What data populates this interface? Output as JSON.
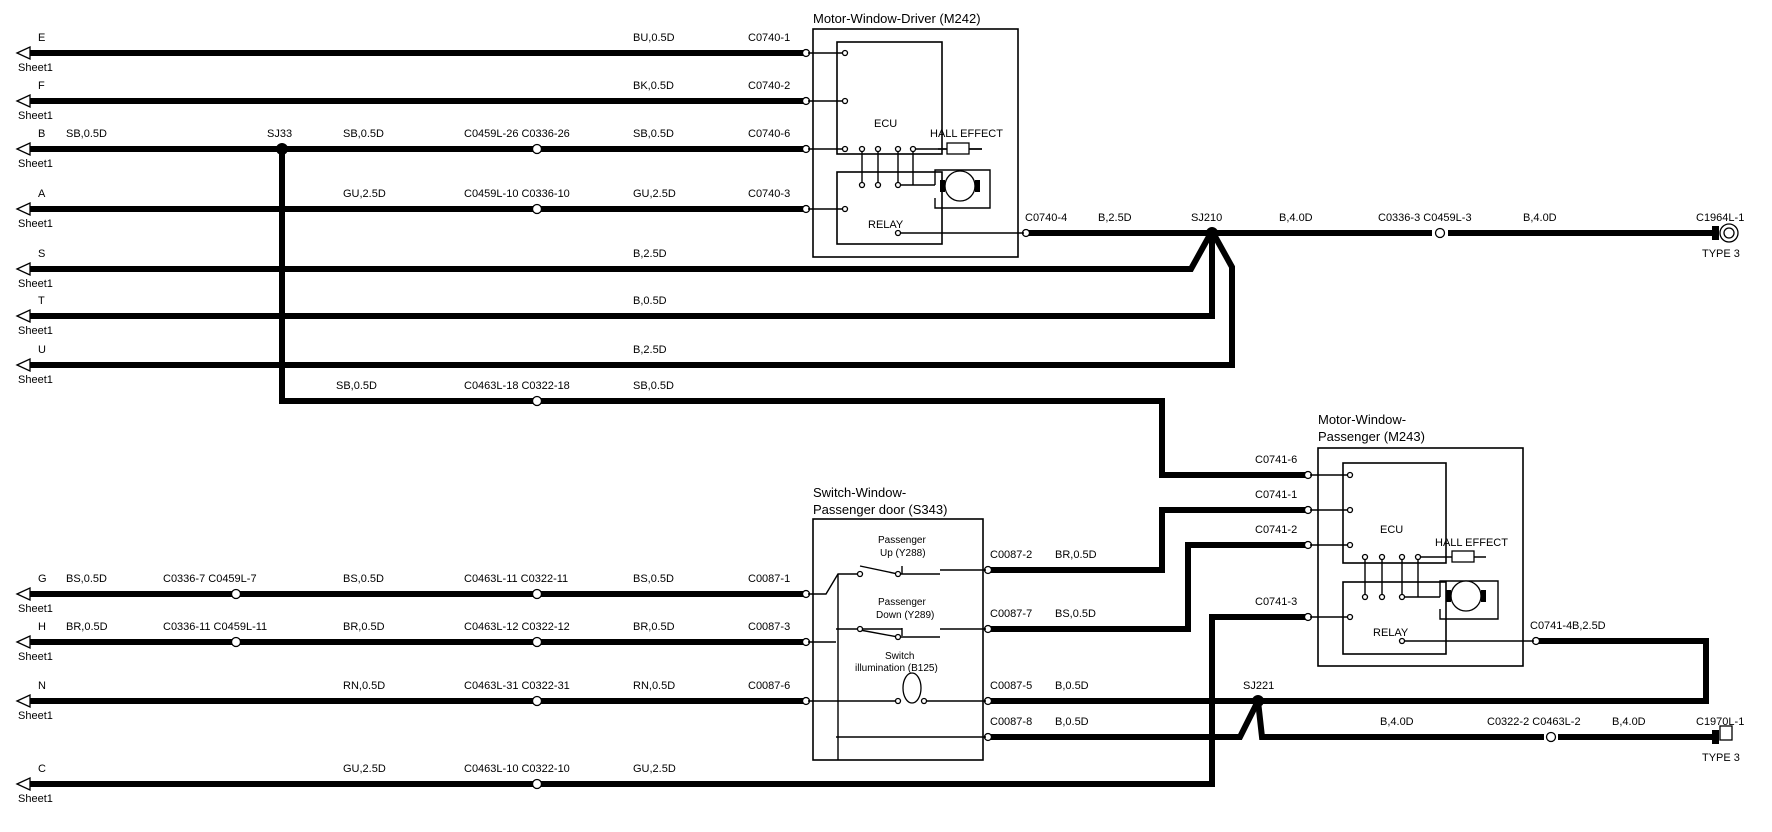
{
  "sheet_refs": [
    {
      "letter": "E",
      "sheet": "Sheet1"
    },
    {
      "letter": "F",
      "sheet": "Sheet1"
    },
    {
      "letter": "B",
      "sheet": "Sheet1"
    },
    {
      "letter": "A",
      "sheet": "Sheet1"
    },
    {
      "letter": "S",
      "sheet": "Sheet1"
    },
    {
      "letter": "T",
      "sheet": "Sheet1"
    },
    {
      "letter": "U",
      "sheet": "Sheet1"
    },
    {
      "letter": "G",
      "sheet": "Sheet1"
    },
    {
      "letter": "H",
      "sheet": "Sheet1"
    },
    {
      "letter": "N",
      "sheet": "Sheet1"
    },
    {
      "letter": "C",
      "sheet": "Sheet1"
    }
  ],
  "wire_labels": {
    "e_bu": "BU,0.5D",
    "f_bk": "BK,0.5D",
    "b_sb_left": "SB,0.5D",
    "b_sb_mid": "SB,0.5D",
    "b_sb_right": "SB,0.5D",
    "a_gu_mid": "GU,2.5D",
    "a_gu_right": "GU,2.5D",
    "s_b": "B,2.5D",
    "t_b": "B,0.5D",
    "u_b": "B,2.5D",
    "sb2_mid": "SB,0.5D",
    "sb2_right": "SB,0.5D",
    "g_bs_left": "BS,0.5D",
    "g_bs_mid": "BS,0.5D",
    "g_bs_right": "BS,0.5D",
    "h_br_left": "BR,0.5D",
    "h_br_mid": "BR,0.5D",
    "h_br_right": "BR,0.5D",
    "n_rn_mid": "RN,0.5D",
    "n_rn_right": "RN,0.5D",
    "c_gu_mid": "GU,2.5D",
    "c_gu_right": "GU,2.5D",
    "m242_out": "B,2.5D",
    "sj210_out": "B,4.0D",
    "sj210_far": "B,4.0D",
    "s343_c0087_2": "BR,0.5D",
    "s343_c0087_7": "BS,0.5D",
    "s343_c0087_5": "B,0.5D",
    "s343_c0087_8": "B,0.5D",
    "m243_out": "B,2.5D",
    "sj221_b": "B,4.0D",
    "sj221_far": "B,4.0D"
  },
  "connectors": {
    "c0740_1": "C0740-1",
    "c0740_2": "C0740-2",
    "c0740_6": "C0740-6",
    "c0740_3": "C0740-3",
    "c0740_4": "C0740-4",
    "b_inline": "C0459L-26 C0336-26",
    "a_inline": "C0459L-10 C0336-10",
    "sb2_inline": "C0463L-18 C0322-18",
    "sj210_inline": "C0336-3 C0459L-3",
    "g_inline_left": "C0336-7 C0459L-7",
    "g_inline_mid": "C0463L-11 C0322-11",
    "h_inline_left": "C0336-11 C0459L-11",
    "h_inline_mid": "C0463L-12 C0322-12",
    "n_inline_mid": "C0463L-31 C0322-31",
    "c_inline_mid": "C0463L-10 C0322-10",
    "c0087_1": "C0087-1",
    "c0087_3": "C0087-3",
    "c0087_6": "C0087-6",
    "c0087_2": "C0087-2",
    "c0087_7": "C0087-7",
    "c0087_5": "C0087-5",
    "c0087_8": "C0087-8",
    "c0741_6": "C0741-6",
    "c0741_1": "C0741-1",
    "c0741_2": "C0741-2",
    "c0741_3": "C0741-3",
    "c0741_4": "C0741-4",
    "sj221_inline": "C0322-2 C0463L-2"
  },
  "splices": {
    "sj33": "SJ33",
    "sj210": "SJ210",
    "sj221": "SJ221"
  },
  "grounds": [
    {
      "name": "C1964L-1",
      "type": "TYPE 3"
    },
    {
      "name": "C1970L-1",
      "type": "TYPE 3"
    }
  ],
  "m242": {
    "title": "Motor-Window-Driver (M242)",
    "ecu": "ECU",
    "relay": "RELAY",
    "hall": "HALL EFFECT"
  },
  "m243": {
    "title_line1": "Motor-Window-",
    "title_line2": "Passenger (M243)",
    "ecu": "ECU",
    "relay": "RELAY",
    "hall": "HALL EFFECT"
  },
  "s343": {
    "title_line1": "Switch-Window-",
    "title_line2": "Passenger door (S343)",
    "up_line1": "Passenger",
    "up_line2": "Up (Y288)",
    "down_line1": "Passenger",
    "down_line2": "Down (Y289)",
    "illum_line1": "Switch",
    "illum_line2": "illumination (B125)"
  }
}
